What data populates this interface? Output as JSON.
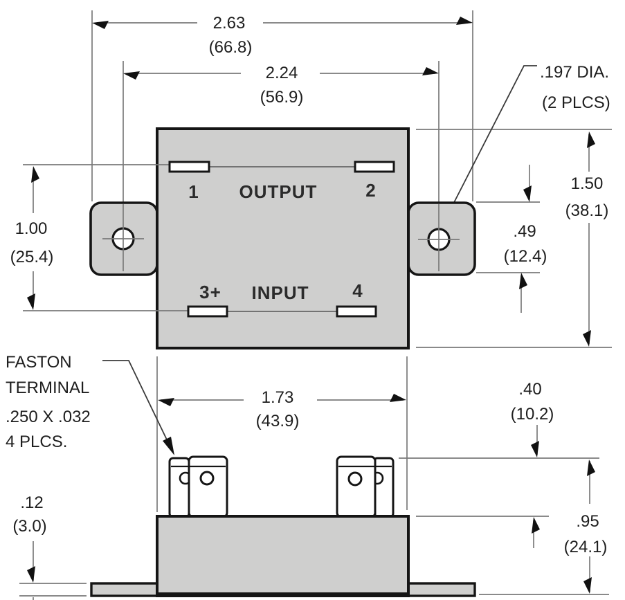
{
  "drawing_type": "dimensioned mechanical drawing of a panel-mount solid state relay, top view and front view",
  "colors": {
    "background": "#ffffff",
    "body_fill": "#cfcfce",
    "outline": "#151515",
    "dimension_lines": "#7a7a7a",
    "text": "#1e1e1e"
  },
  "pins": {
    "p1": "1",
    "p2": "2",
    "p3": "3+",
    "p4": "4"
  },
  "labels": {
    "output": "OUTPUT",
    "input": "INPUT"
  },
  "note": {
    "l1": "FASTON",
    "l2": "TERMINAL",
    "l3": ".250 X .032",
    "l4": "4 PLCS."
  },
  "dims": {
    "overall_width": {
      "in": "2.63",
      "mm": "(66.8)"
    },
    "hole_spacing": {
      "in": "2.24",
      "mm": "(56.9)"
    },
    "hole_dia": {
      "l1": ".197 DIA.",
      "l2": "(2 PLCS)"
    },
    "row_spacing": {
      "in": "1.00",
      "mm": "(25.4)"
    },
    "body_height": {
      "in": "1.50",
      "mm": "(38.1)"
    },
    "tab_height": {
      "in": ".49",
      "mm": "(12.4)"
    },
    "body_width": {
      "in": "1.73",
      "mm": "(43.9)"
    },
    "terminal_height": {
      "in": ".40",
      "mm": "(10.2)"
    },
    "overall_height": {
      "in": ".95",
      "mm": "(24.1)"
    },
    "base_thickness": {
      "in": ".12",
      "mm": "(3.0)"
    }
  }
}
